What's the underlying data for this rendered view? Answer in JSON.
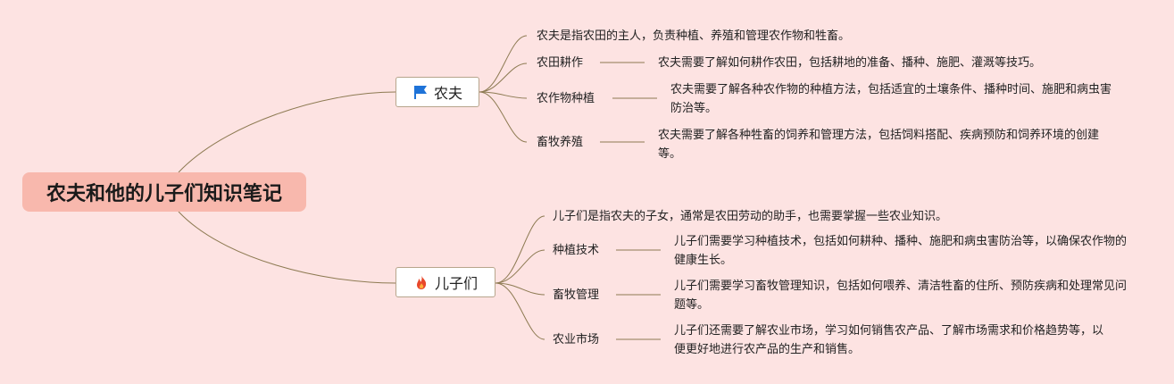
{
  "root": {
    "label": "农夫和他的儿子们知识笔记"
  },
  "branches": [
    {
      "label": "农夫",
      "icon": "blue-flag-icon",
      "intro": "农夫是指农田的主人，负责种植、养殖和管理农作物和牲畜。",
      "topics": [
        {
          "label": "农田耕作",
          "desc": "农夫需要了解如何耕作农田，包括耕地的准备、播种、施肥、灌溉等技巧。"
        },
        {
          "label": "农作物种植",
          "desc": "农夫需要了解各种农作物的种植方法，包括适宜的土壤条件、播种时间、施肥和病虫害防治等。"
        },
        {
          "label": "畜牧养殖",
          "desc": "农夫需要了解各种牲畜的饲养和管理方法，包括饲料搭配、疾病预防和饲养环境的创建等。"
        }
      ]
    },
    {
      "label": "儿子们",
      "icon": "fire-icon",
      "intro": "儿子们是指农夫的子女，通常是农田劳动的助手，也需要掌握一些农业知识。",
      "topics": [
        {
          "label": "种植技术",
          "desc": "儿子们需要学习种植技术，包括如何耕种、播种、施肥和病虫害防治等，以确保农作物的健康生长。"
        },
        {
          "label": "畜牧管理",
          "desc": "儿子们需要学习畜牧管理知识，包括如何喂养、清洁牲畜的住所、预防疾病和处理常见问题等。"
        },
        {
          "label": "农业市场",
          "desc": "儿子们还需要了解农业市场，学习如何销售农产品、了解市场需求和价格趋势等，以便更好地进行农产品的生产和销售。"
        }
      ]
    }
  ],
  "colors": {
    "background": "#fde3e2",
    "root_fill": "#f8b8ad",
    "line": "#8d7a52",
    "flag": "#1e73d8",
    "fire": "#e8472b"
  }
}
